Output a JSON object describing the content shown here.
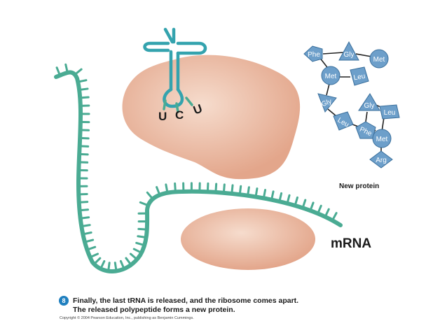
{
  "anticodon": [
    "U",
    "C",
    "U"
  ],
  "protein": {
    "label": "New protein",
    "residues": [
      "Phe",
      "Gly",
      "Met",
      "Met",
      "Leu",
      "Gly",
      "Gly",
      "Leu",
      "Leu",
      "Phe",
      "Met",
      "Arg"
    ]
  },
  "mrna_label": "mRNA",
  "step": {
    "number": "8",
    "line1": "Finally, the last tRNA is released, and the ribosome comes apart.",
    "line2": "The released polypeptide forms a new protein."
  },
  "copyright": "Copyright © 2004 Pearson Education, Inc., publishing as Benjamin Cummings.",
  "colors": {
    "rna": "#4aab93",
    "trna": "#34a3ae",
    "ribosome": "#eab49c",
    "amino_acid": "#6d9fca"
  }
}
